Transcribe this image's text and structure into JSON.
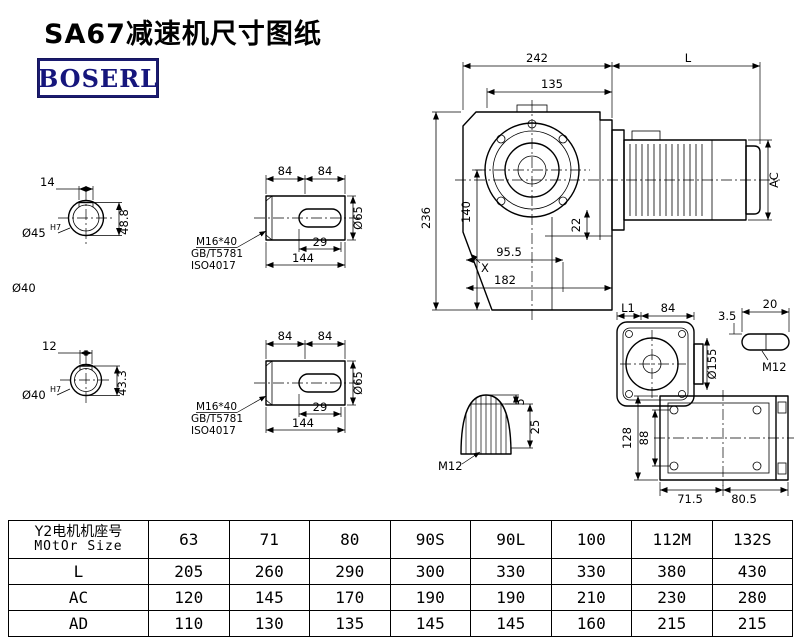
{
  "page": {
    "title": "SA67减速机尺寸图纸",
    "logo_text": "BOSERL"
  },
  "colors": {
    "line_color": "#000000",
    "logo_color": "#16167c"
  },
  "shaft_end_views": {
    "view1": {
      "width_dim": "14",
      "diameter": "Ø45",
      "tolerance": "H7",
      "height_dim": "48.8"
    },
    "label_between": "Ø40",
    "view2": {
      "width_dim": "12",
      "diameter": "Ø40",
      "tolerance": "H7",
      "height_dim": "43.3"
    }
  },
  "shaft_side_views": {
    "view1": {
      "top_dim_left": "84",
      "top_dim_right": "84",
      "key_dim": "29",
      "length_dim": "144",
      "diameter_dim": "Ø65",
      "note1": "M16*40",
      "note2": "GB/T5781",
      "note3": "ISO4017"
    },
    "view2": {
      "top_dim_left": "84",
      "top_dim_right": "84",
      "key_dim": "29",
      "length_dim": "144",
      "diameter_dim": "Ø65",
      "note1": "M16*40",
      "note2": "GB/T5781",
      "note3": "ISO4017"
    }
  },
  "main_view": {
    "top_dim": "242",
    "motor_length_dim": "L",
    "inner_dim": "135",
    "height_dim": "236",
    "center_height_dim": "140",
    "flange_dim": "22",
    "bottom_dim1": "95.5",
    "bottom_dim2": "182",
    "motor_height_dim": "AC",
    "detail_label": "X"
  },
  "side_view": {
    "dim_l1": "L1",
    "dim_84": "84",
    "flange_diameter": "Ø155",
    "key_height": "3.5",
    "key_width": "20",
    "thread": "M12"
  },
  "shaft_section_view": {
    "key_offset": "5",
    "depth": "25",
    "thread": "M12"
  },
  "bottom_view": {
    "height_dim": "128",
    "inner_height_dim": "88",
    "bottom_dim1": "71.5",
    "bottom_dim2": "80.5"
  },
  "table": {
    "header_label_line1": "Y2电机机座号",
    "header_label_line2": "MOtOr Size",
    "header_values": [
      "63",
      "71",
      "80",
      "90S",
      "90L",
      "100",
      "112M",
      "132S"
    ],
    "rows": [
      {
        "label": "L",
        "values": [
          "205",
          "260",
          "290",
          "300",
          "330",
          "330",
          "380",
          "430"
        ]
      },
      {
        "label": "AC",
        "values": [
          "120",
          "145",
          "170",
          "190",
          "190",
          "210",
          "230",
          "280"
        ]
      },
      {
        "label": "AD",
        "values": [
          "110",
          "130",
          "135",
          "145",
          "145",
          "160",
          "215",
          "215"
        ]
      }
    ]
  }
}
